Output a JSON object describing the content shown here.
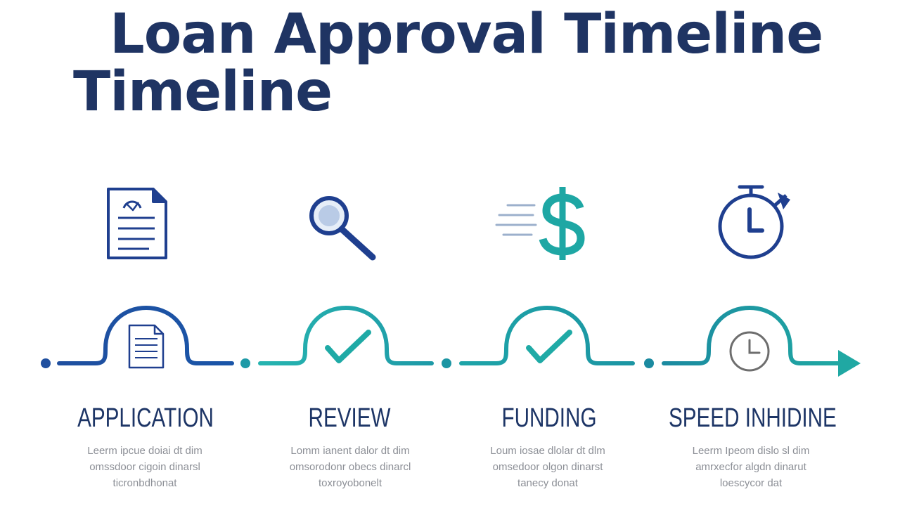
{
  "title": {
    "line1": "Loan Approval Timeline",
    "line2": "Timeline"
  },
  "colors": {
    "navy": "#1f3f8f",
    "blue": "#2556a6",
    "teal": "#1faaa6",
    "gray": "#6e6e6e"
  },
  "steps": [
    {
      "label": "APPLICATION",
      "top_icon": "document-icon",
      "node_icon": "document-icon",
      "desc": [
        "Leerm ipcue doiai dt dim",
        "omssdoor cigoin dinarsl",
        "ticronbdhonat"
      ]
    },
    {
      "label": "REVIEW",
      "top_icon": "magnifier-icon",
      "node_icon": "checkmark-icon",
      "desc": [
        "Lomm ianent dalor dt dim",
        "omsorodonr obecs dinarcl",
        "toxroyobonelt"
      ]
    },
    {
      "label": "FUNDING",
      "top_icon": "dollar-icon",
      "node_icon": "checkmark-icon",
      "desc": [
        "Loum iosae dlolar dt dlm",
        "omsedoor olgon dinarst",
        "tanecy donat"
      ]
    },
    {
      "label": "SPEED INHIDINE",
      "top_icon": "stopwatch-icon",
      "node_icon": "clock-icon",
      "desc": [
        "Leerm Ipeom dislo sl dim",
        "amrxecfor algdn dinarut",
        "loescycor dat"
      ]
    }
  ]
}
